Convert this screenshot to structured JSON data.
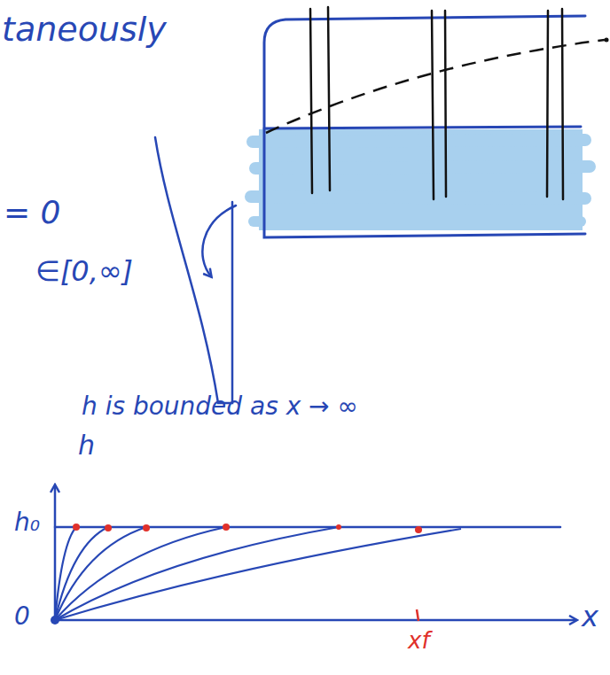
{
  "diagram": {
    "labels": [
      "taneously",
      "= 0",
      "∈[0,∞]",
      "h is bounded as x → ∞",
      "h",
      "h₀",
      "0",
      "x",
      "xf"
    ]
  }
}
